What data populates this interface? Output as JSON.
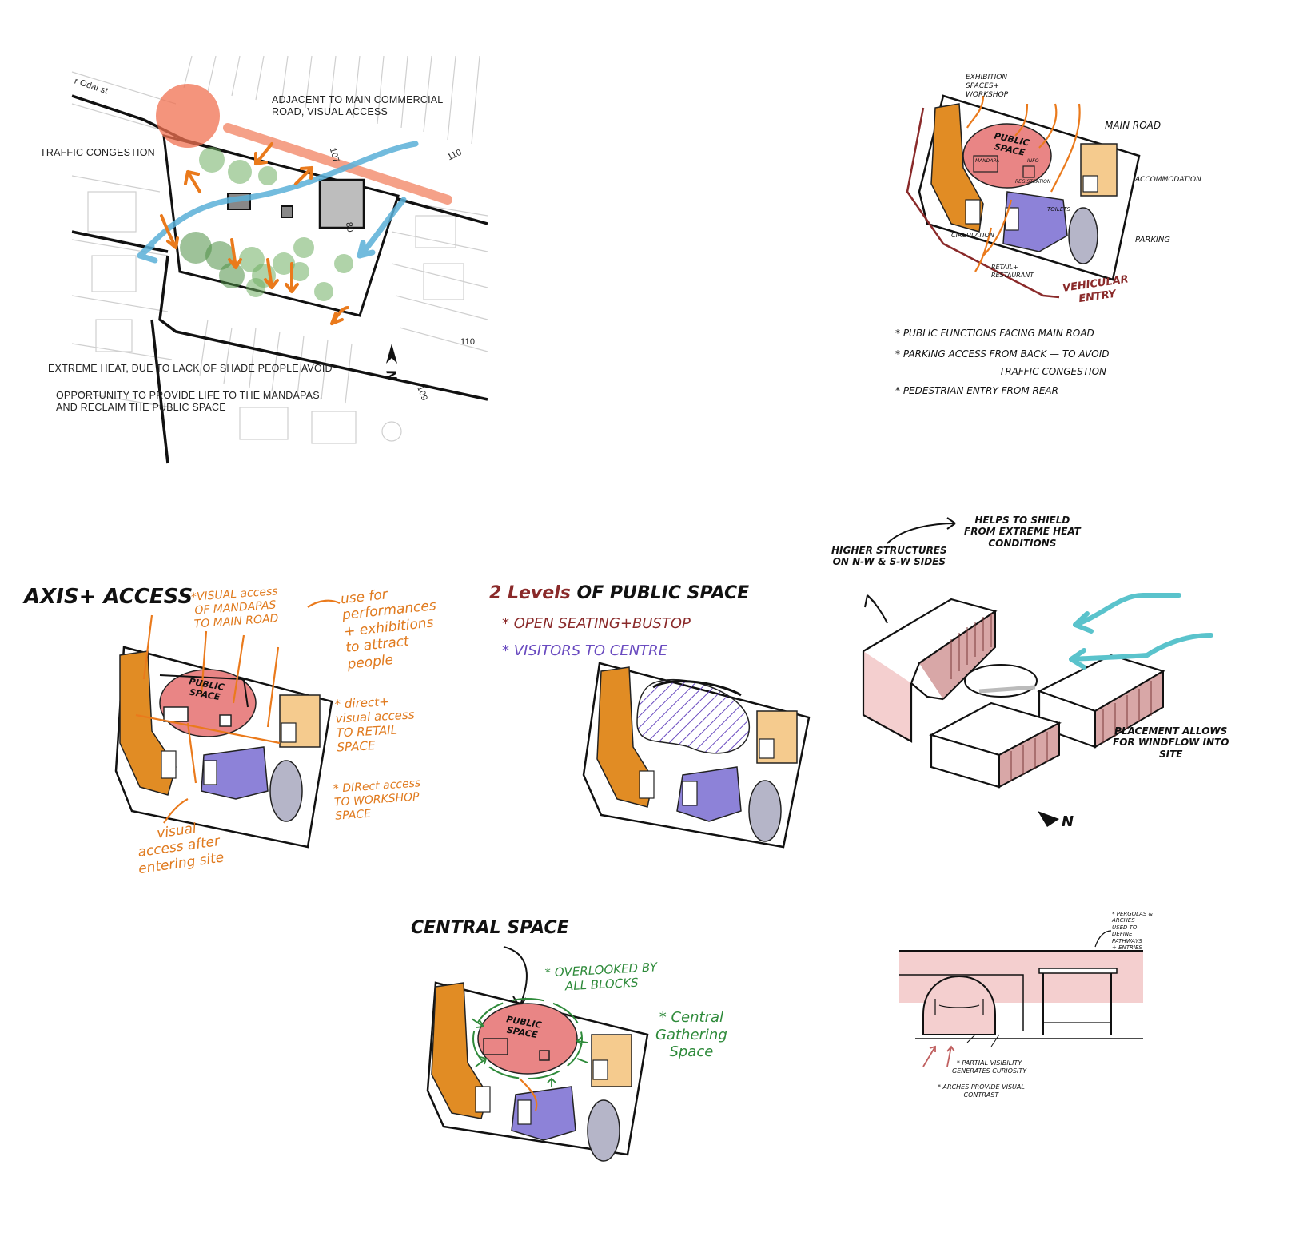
{
  "site_map": {
    "street_name": "r Odai st",
    "lot_numbers": [
      "110",
      "107",
      "80",
      "110",
      "109"
    ],
    "label_adjacent": "ADJACENT TO MAIN COMMERCIAL\nROAD, VISUAL ACCESS",
    "label_traffic": "TRAFFIC CONGESTION",
    "label_heat": "EXTREME HEAT, DUE TO LACK OF SHADE PEOPLE AVOID",
    "label_opportunity": "OPPORTUNITY TO PROVIDE LIFE TO THE MANDAPAS,\nAND RECLAIM THE PUBLIC SPACE",
    "north_label": "N"
  },
  "zoning": {
    "exhibition": "EXHIBITION\nSPACES+\nWORKSHOP",
    "public_space": "PUBLIC\nSPACE",
    "mandapa": "MANDAPA",
    "info": "INFO",
    "registration": "REGISTRATION",
    "toilets": "TOILETS",
    "main_road": "MAIN ROAD",
    "accommodation": "ACCOMMODATION",
    "parking": "PARKING",
    "circulation": "CIRCULATION",
    "retail": "RETAIL+\nRESTAURANT",
    "vehicular": "VEHICULAR\nENTRY",
    "notes": [
      "* PUBLIC  FUNCTIONS  FACING   MAIN  ROAD",
      "* PARKING  ACCESS   FROM  BACK —  TO AVOID",
      "TRAFFIC  CONGESTION",
      "* PEDESTRIAN  ENTRY   FROM  REAR"
    ]
  },
  "axis_access": {
    "title": "AXIS+ ACCESS",
    "visual_mandapas": "*VISUAL access\nOF MANDAPAS\nTO MAIN ROAD",
    "use_for": "use for\nperformances\n+ exhibitions\nto attract\npeople",
    "direct_visual": "* direct+\nvisual access\nTO RETAIL\nSPACE",
    "direct_workshop": "* DIRect access\nTO WORKSHOP\nSPACE",
    "visual_after": "visual\naccess after\nentering site",
    "public_space": "PUBLIC\nSPACE"
  },
  "levels": {
    "title_num": "2",
    "title_levels": "Levels",
    "title_rest": "OF PUBLIC SPACE",
    "item1": "* OPEN SEATING+BUSTOP",
    "item2": "* VISITORS TO CENTRE"
  },
  "massing": {
    "higher": "HIGHER STRUCTURES\nON N-W & S-W SIDES",
    "helps": "HELPS TO SHIELD\nFROM EXTREME HEAT\nCONDITIONS",
    "placement": "PLACEMENT ALLOWS\nFOR WINDFLOW INTO\nSITE",
    "north_label": "N"
  },
  "central": {
    "title": "CENTRAL SPACE",
    "overlooked": "* OVERLOOKED BY\nALL BLOCKS",
    "gathering": "* Central\nGathering\nSpace",
    "public_space": "PUBLIC\nSPACE"
  },
  "archway": {
    "pergolas": "* PERGOLAS &\nARCHES\nUSED TO\nDEFINE\nPATHWAYS\n+ ENTRIES",
    "partial": "* PARTIAL VISIBILITY\nGENERATES CURIOSITY",
    "arches": "* ARCHES PROVIDE VISUAL\nCONTRAST"
  }
}
